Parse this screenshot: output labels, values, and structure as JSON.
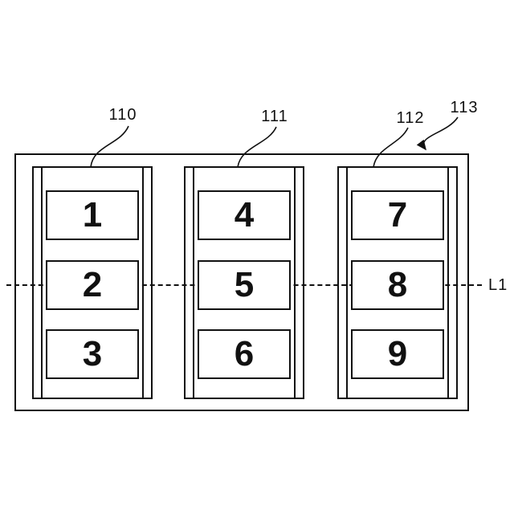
{
  "figure": {
    "background_color": "#ffffff",
    "line_color": "#111111",
    "axis_line_label": "L1",
    "enclosure_ref": "113",
    "panels": [
      {
        "ref": "110",
        "cells": [
          "1",
          "2",
          "3"
        ]
      },
      {
        "ref": "111",
        "cells": [
          "4",
          "5",
          "6"
        ]
      },
      {
        "ref": "112",
        "cells": [
          "7",
          "8",
          "9"
        ]
      }
    ]
  }
}
